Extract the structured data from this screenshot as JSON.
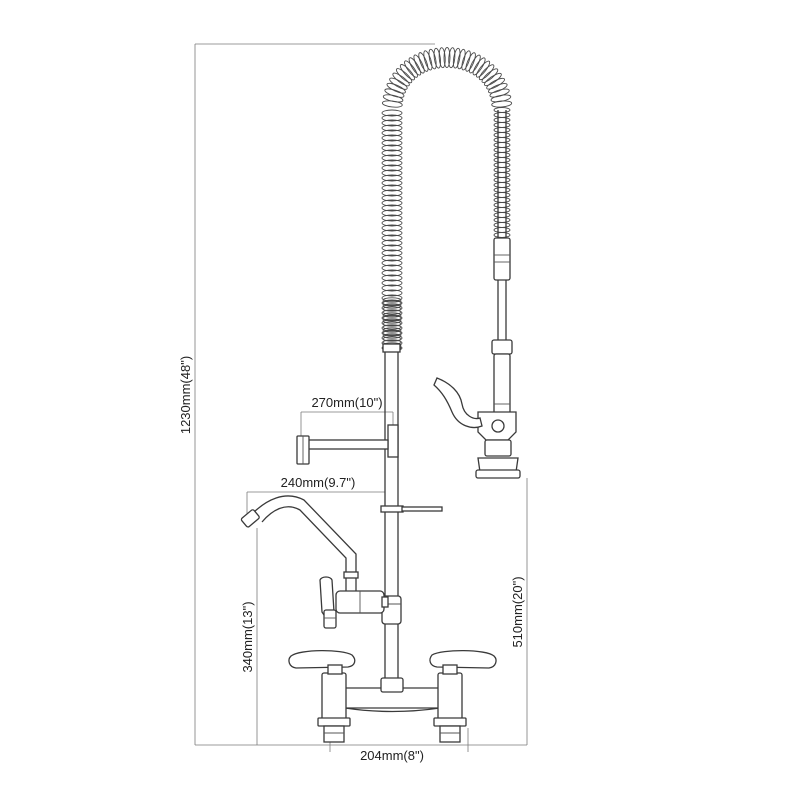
{
  "dimensions": {
    "total_height": "1230mm(48\")",
    "riser_arm_length": "270mm(10\")",
    "spout_reach": "240mm(9.7\")",
    "spout_height": "340mm(13\")",
    "spray_height": "510mm(20\")",
    "centers": "204mm(8\")"
  },
  "colors": {
    "line": "#3a3a3a",
    "dimension": "#7a7a7a",
    "background": "#ffffff"
  }
}
